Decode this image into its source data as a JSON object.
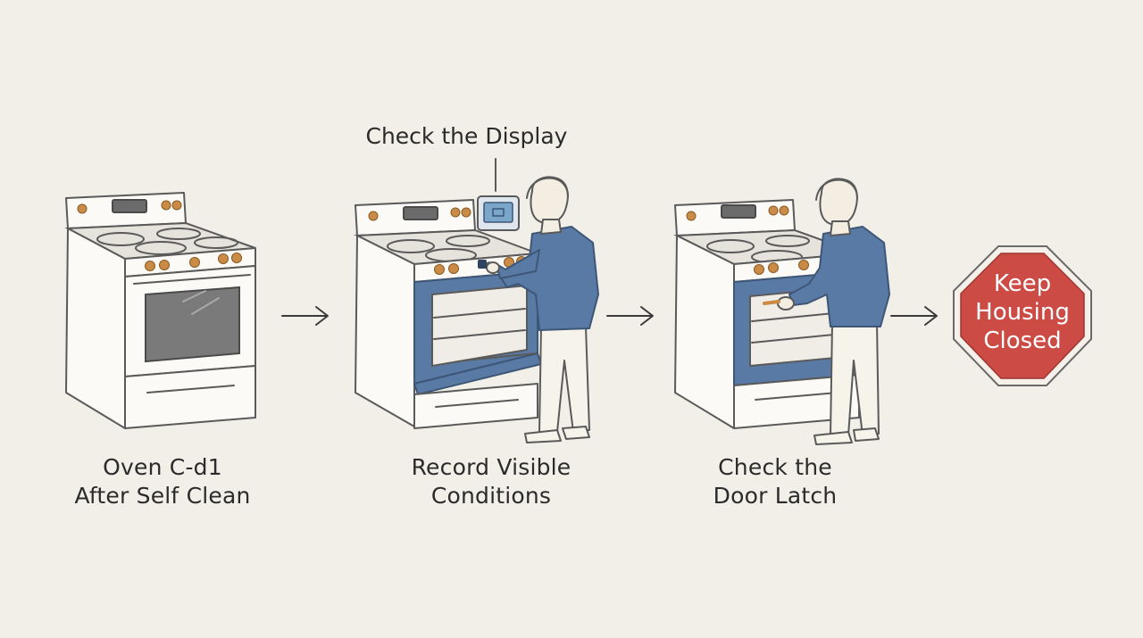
{
  "steps": [
    {
      "line1": "Oven C-d1",
      "line2": "After Self Clean"
    },
    {
      "line1": "Record Visible",
      "line2": "Conditions"
    },
    {
      "line1": "Check the",
      "line2": "Door Latch"
    }
  ],
  "callout": "Check the Display",
  "stop_sign": {
    "line1": "Keep",
    "line2": "Housing",
    "line3": "Closed"
  },
  "colors": {
    "background": "#f1efe8",
    "line": "#5a5a5a",
    "knob": "#c98b45",
    "shirt": "#5a7aa6",
    "oven_interior": "#5a7aa6",
    "stop_red": "#cc4b45"
  },
  "icons": [
    "oven-icon",
    "person-icon",
    "control-display-icon",
    "arrow-right-icon",
    "stop-sign-icon"
  ]
}
